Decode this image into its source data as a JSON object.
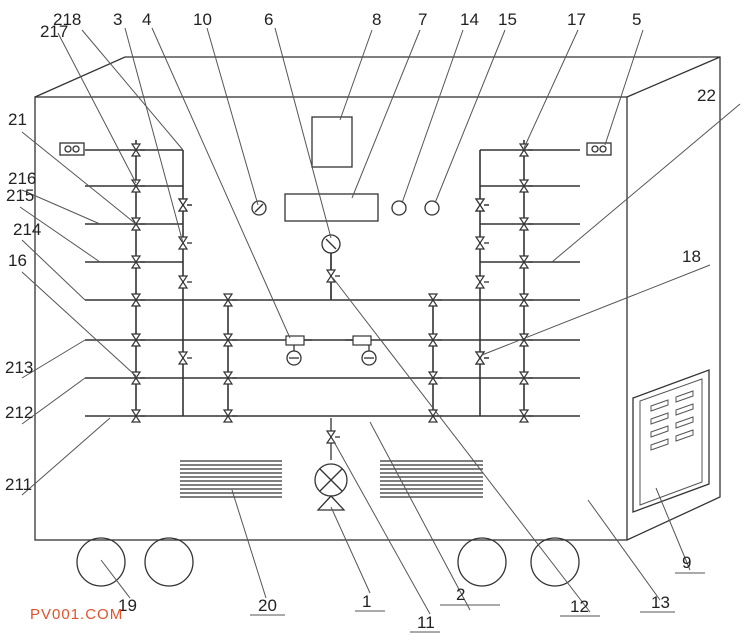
{
  "labels": {
    "l1": "1",
    "l2": "2",
    "l3": "3",
    "l4": "4",
    "l5": "5",
    "l6": "6",
    "l7": "7",
    "l8": "8",
    "l9": "9",
    "l10": "10",
    "l11": "11",
    "l12": "12",
    "l13": "13",
    "l14": "14",
    "l15": "15",
    "l16": "16",
    "l17": "17",
    "l18": "18",
    "l19": "19",
    "l20": "20",
    "l21": "21",
    "l22": "22",
    "l211": "211",
    "l212": "212",
    "l213": "213",
    "l214": "214",
    "l215": "215",
    "l216": "216",
    "l217": "217",
    "l218": "218"
  },
  "watermark": "PV001.COM",
  "colors": {
    "line": "#333333",
    "watermark": "#e0522a",
    "background": "#ffffff"
  }
}
